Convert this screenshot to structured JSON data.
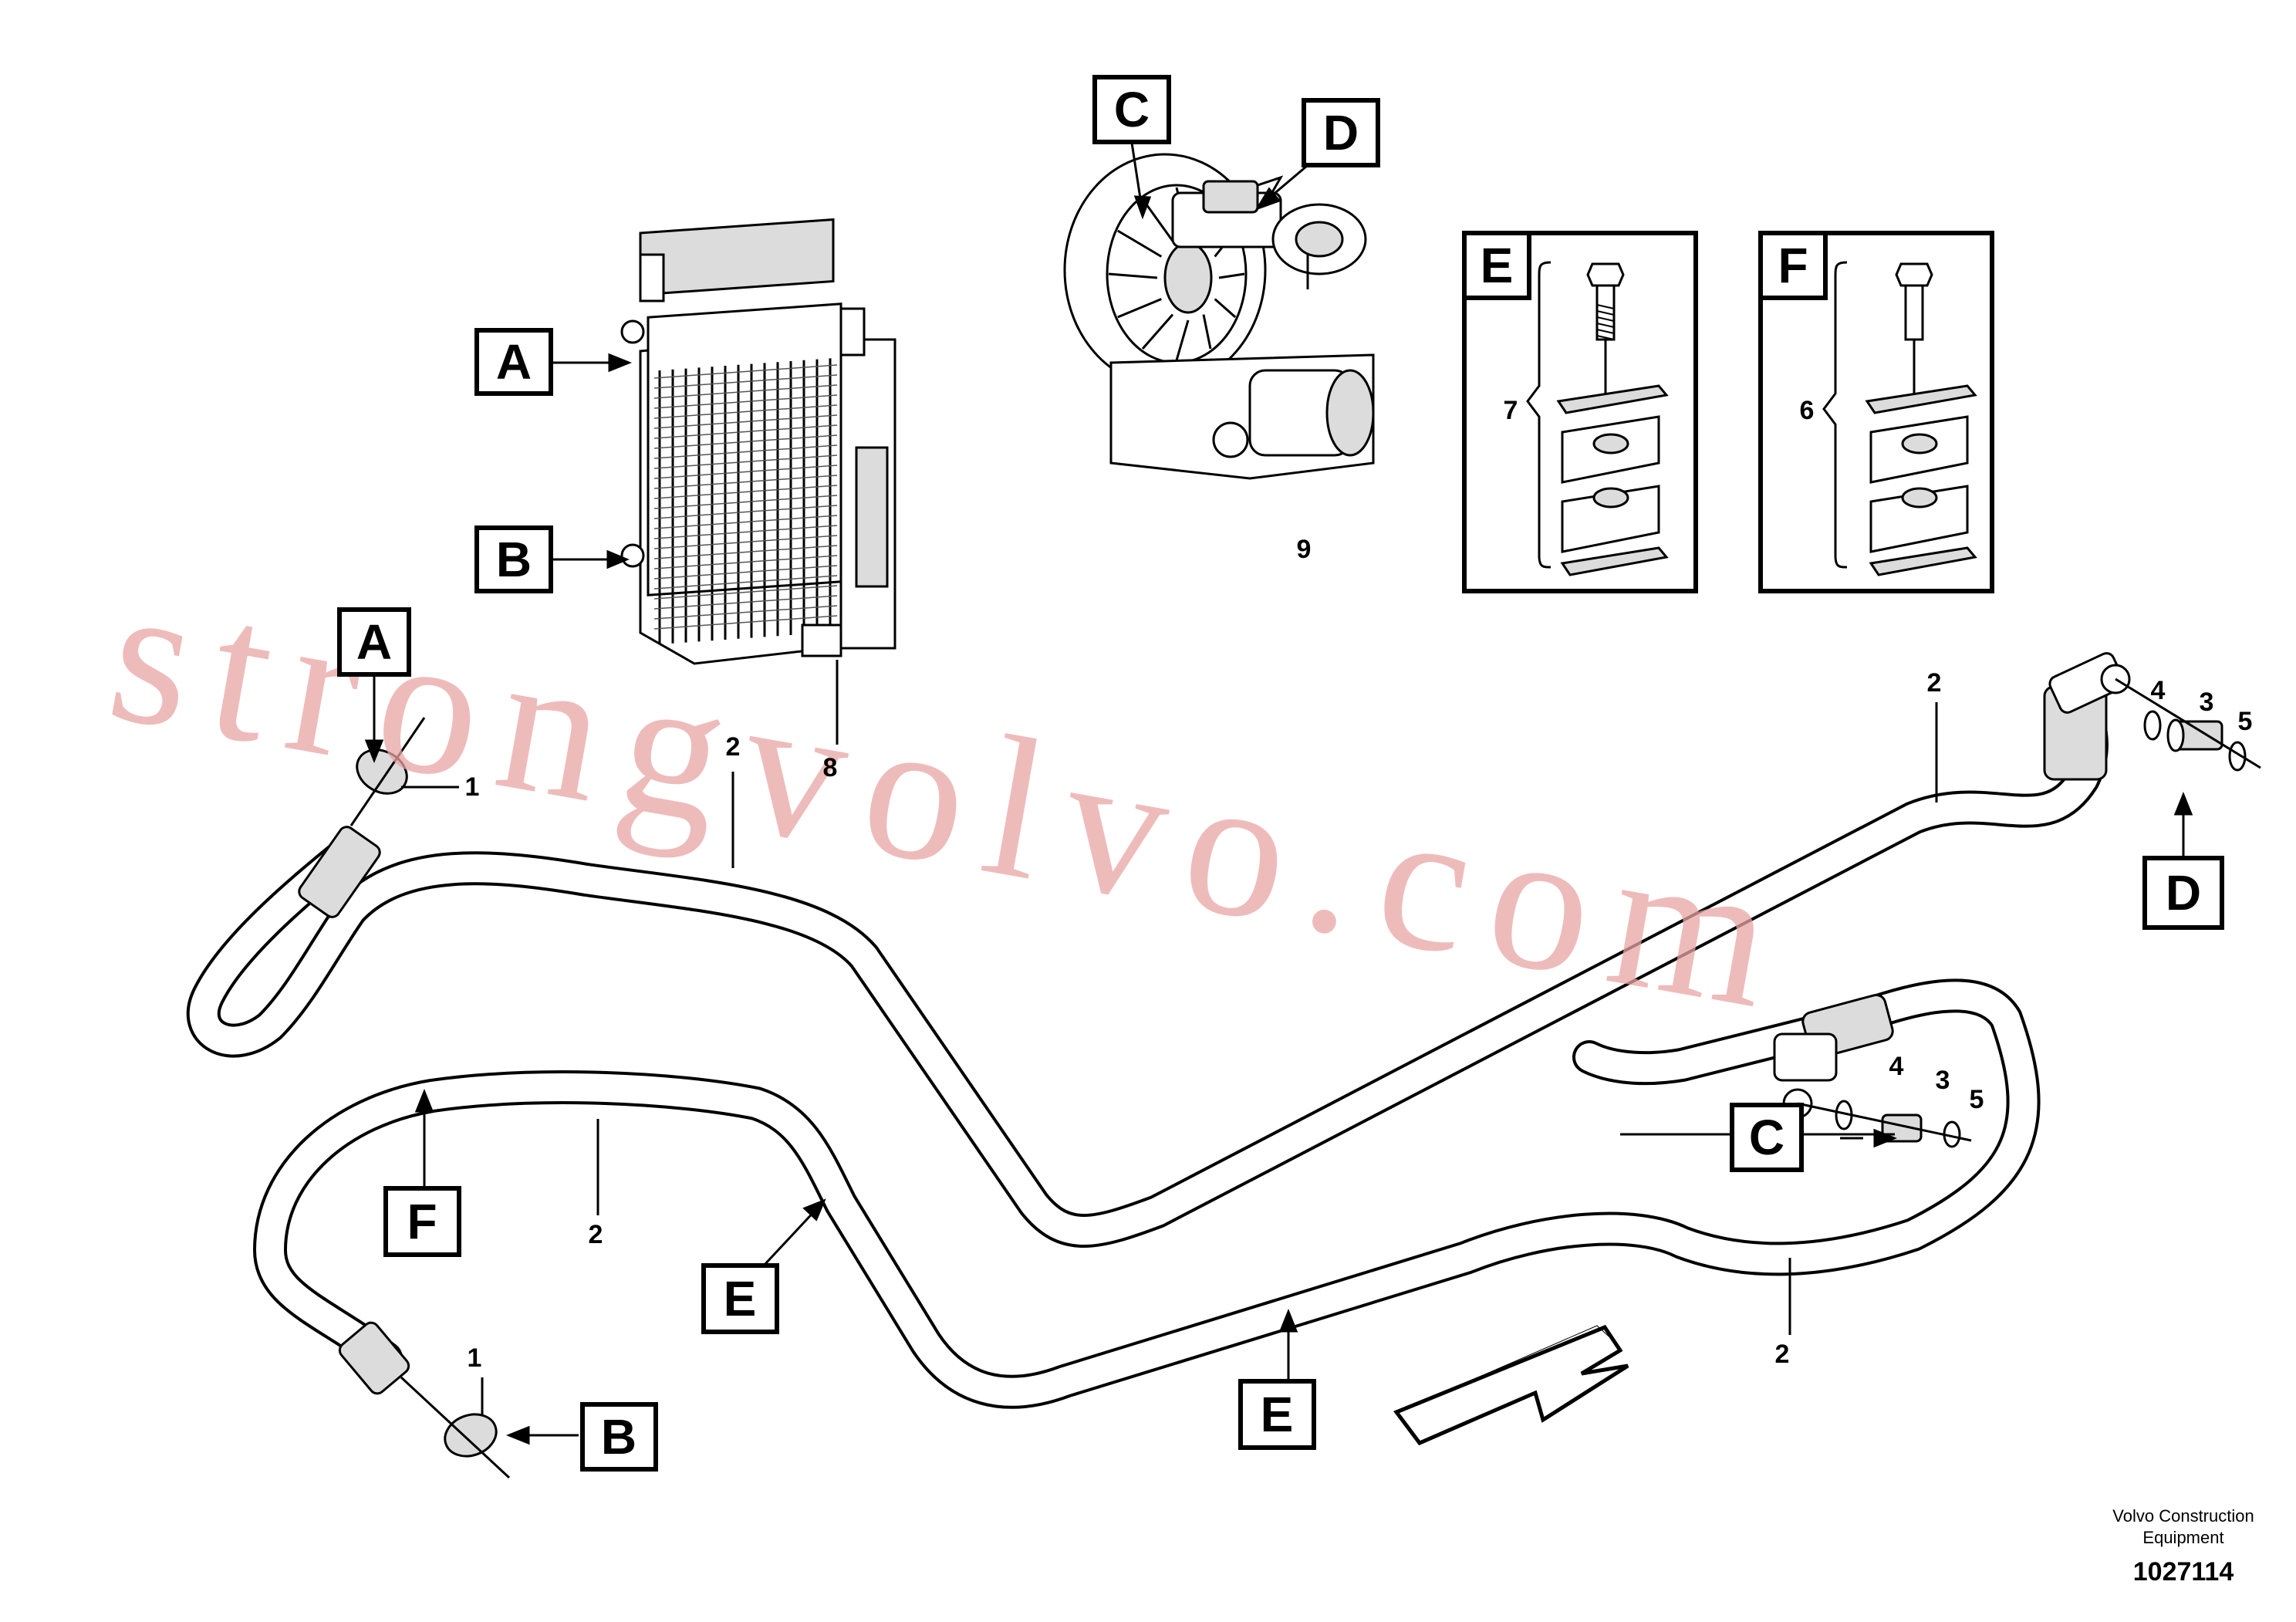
{
  "callouts": {
    "A_top": "A",
    "B_top": "B",
    "C_top": "C",
    "D_top": "D",
    "E_inset": "E",
    "F_inset": "F",
    "A_left": "A",
    "B_bottom": "B",
    "C_right": "C",
    "D_right": "D",
    "E_mid": "E",
    "E_bottom": "E",
    "F_left": "F"
  },
  "part_numbers": {
    "n1_top": "1",
    "n1_bottom": "1",
    "n2_left": "2",
    "n2_right": "2",
    "n2_mid": "2",
    "n2_bottom": "2",
    "n3_top": "3",
    "n3_bottom": "3",
    "n4_top": "4",
    "n4_bottom": "4",
    "n5_top": "5",
    "n5_bottom": "5",
    "n6": "6",
    "n7": "7",
    "n8": "8",
    "n9": "9"
  },
  "watermark": "strongvolvo.com",
  "footer": {
    "line1": "Volvo Construction",
    "line2": "Equipment",
    "figure_number": "1027114"
  },
  "colors": {
    "watermark": "#e9a5a5",
    "ink": "#000000"
  }
}
